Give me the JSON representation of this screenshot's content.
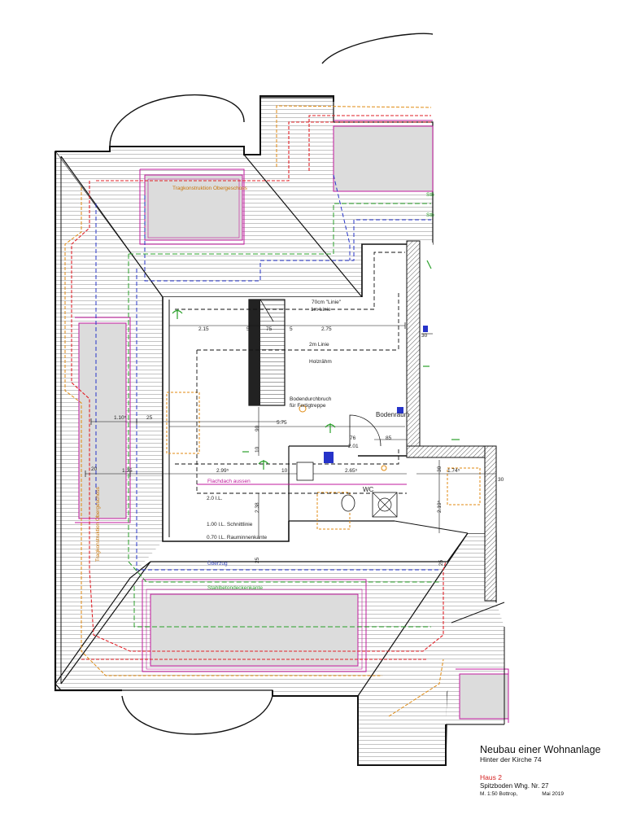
{
  "title_block": {
    "title": "Neubau einer Wohnanlage",
    "address": "Hinter der Kirche 74",
    "house": "Haus 2",
    "unit": "Spitzboden Whg. Nr. 27",
    "scale_place": "M. 1:50 Bottrop,",
    "date": "Mai 2019"
  },
  "labels": {
    "tragkonstruktion_top": "Tragkonstruktion Obergeschoss",
    "tragkonstruktion_left": "Tragkonstruktion Obergeschoss",
    "line_1m": "1m Linie",
    "line_70cm": "70cm \"Linie\"",
    "line_2m": "2m Linie",
    "holzraehm": "Holzrähm",
    "bodendurchbruch_1": "Bodendurchbruch",
    "bodendurchbruch_2": "für Fertigtreppe",
    "bodenraum": "Bodenraum",
    "wc": "WC",
    "flachdach": "Flachdach aussen",
    "lh_20": "2.0 l.L.",
    "schnittlinie": "1.00 l.L. Schnittlinie",
    "rauminnenkante": "0.70 l.L. Rauminnenkante",
    "ueberzug": "Überzug",
    "stahlbeton": "Stahlbetondeckenkante",
    "stb_top": "Stb",
    "stb_right": "Stb"
  },
  "dimensions": {
    "d_215": "2.15",
    "d_5a": "5",
    "d_75": "75",
    "d_5b": "5",
    "d_275": "2.75",
    "d_110": "1.10⁵",
    "d_25": "25",
    "d_575": "5.75",
    "d_90": "90",
    "d_76": "76",
    "d_201": "2.01",
    "d_85": "85",
    "d_20": "20",
    "d_135": "1.35",
    "d_299": "2.99⁵",
    "d_10a": "10",
    "d_10b": "10",
    "d_265": "2.65⁵",
    "d_30a": "30",
    "d_174": "1.74⁵",
    "d_30b": "30",
    "d_30c": "30",
    "d_238": "2.38",
    "d_219": "2.19⁵",
    "d_25b": "25",
    "d_25c": "25"
  },
  "colors": {
    "wall": "#111111",
    "tile": "#7a7a7a",
    "magenta": "#c0189c",
    "red": "#e21f26",
    "blue": "#2633c9",
    "orange": "#e08a10",
    "green": "#2aa02a",
    "grey_fill": "#dcdcdc"
  }
}
